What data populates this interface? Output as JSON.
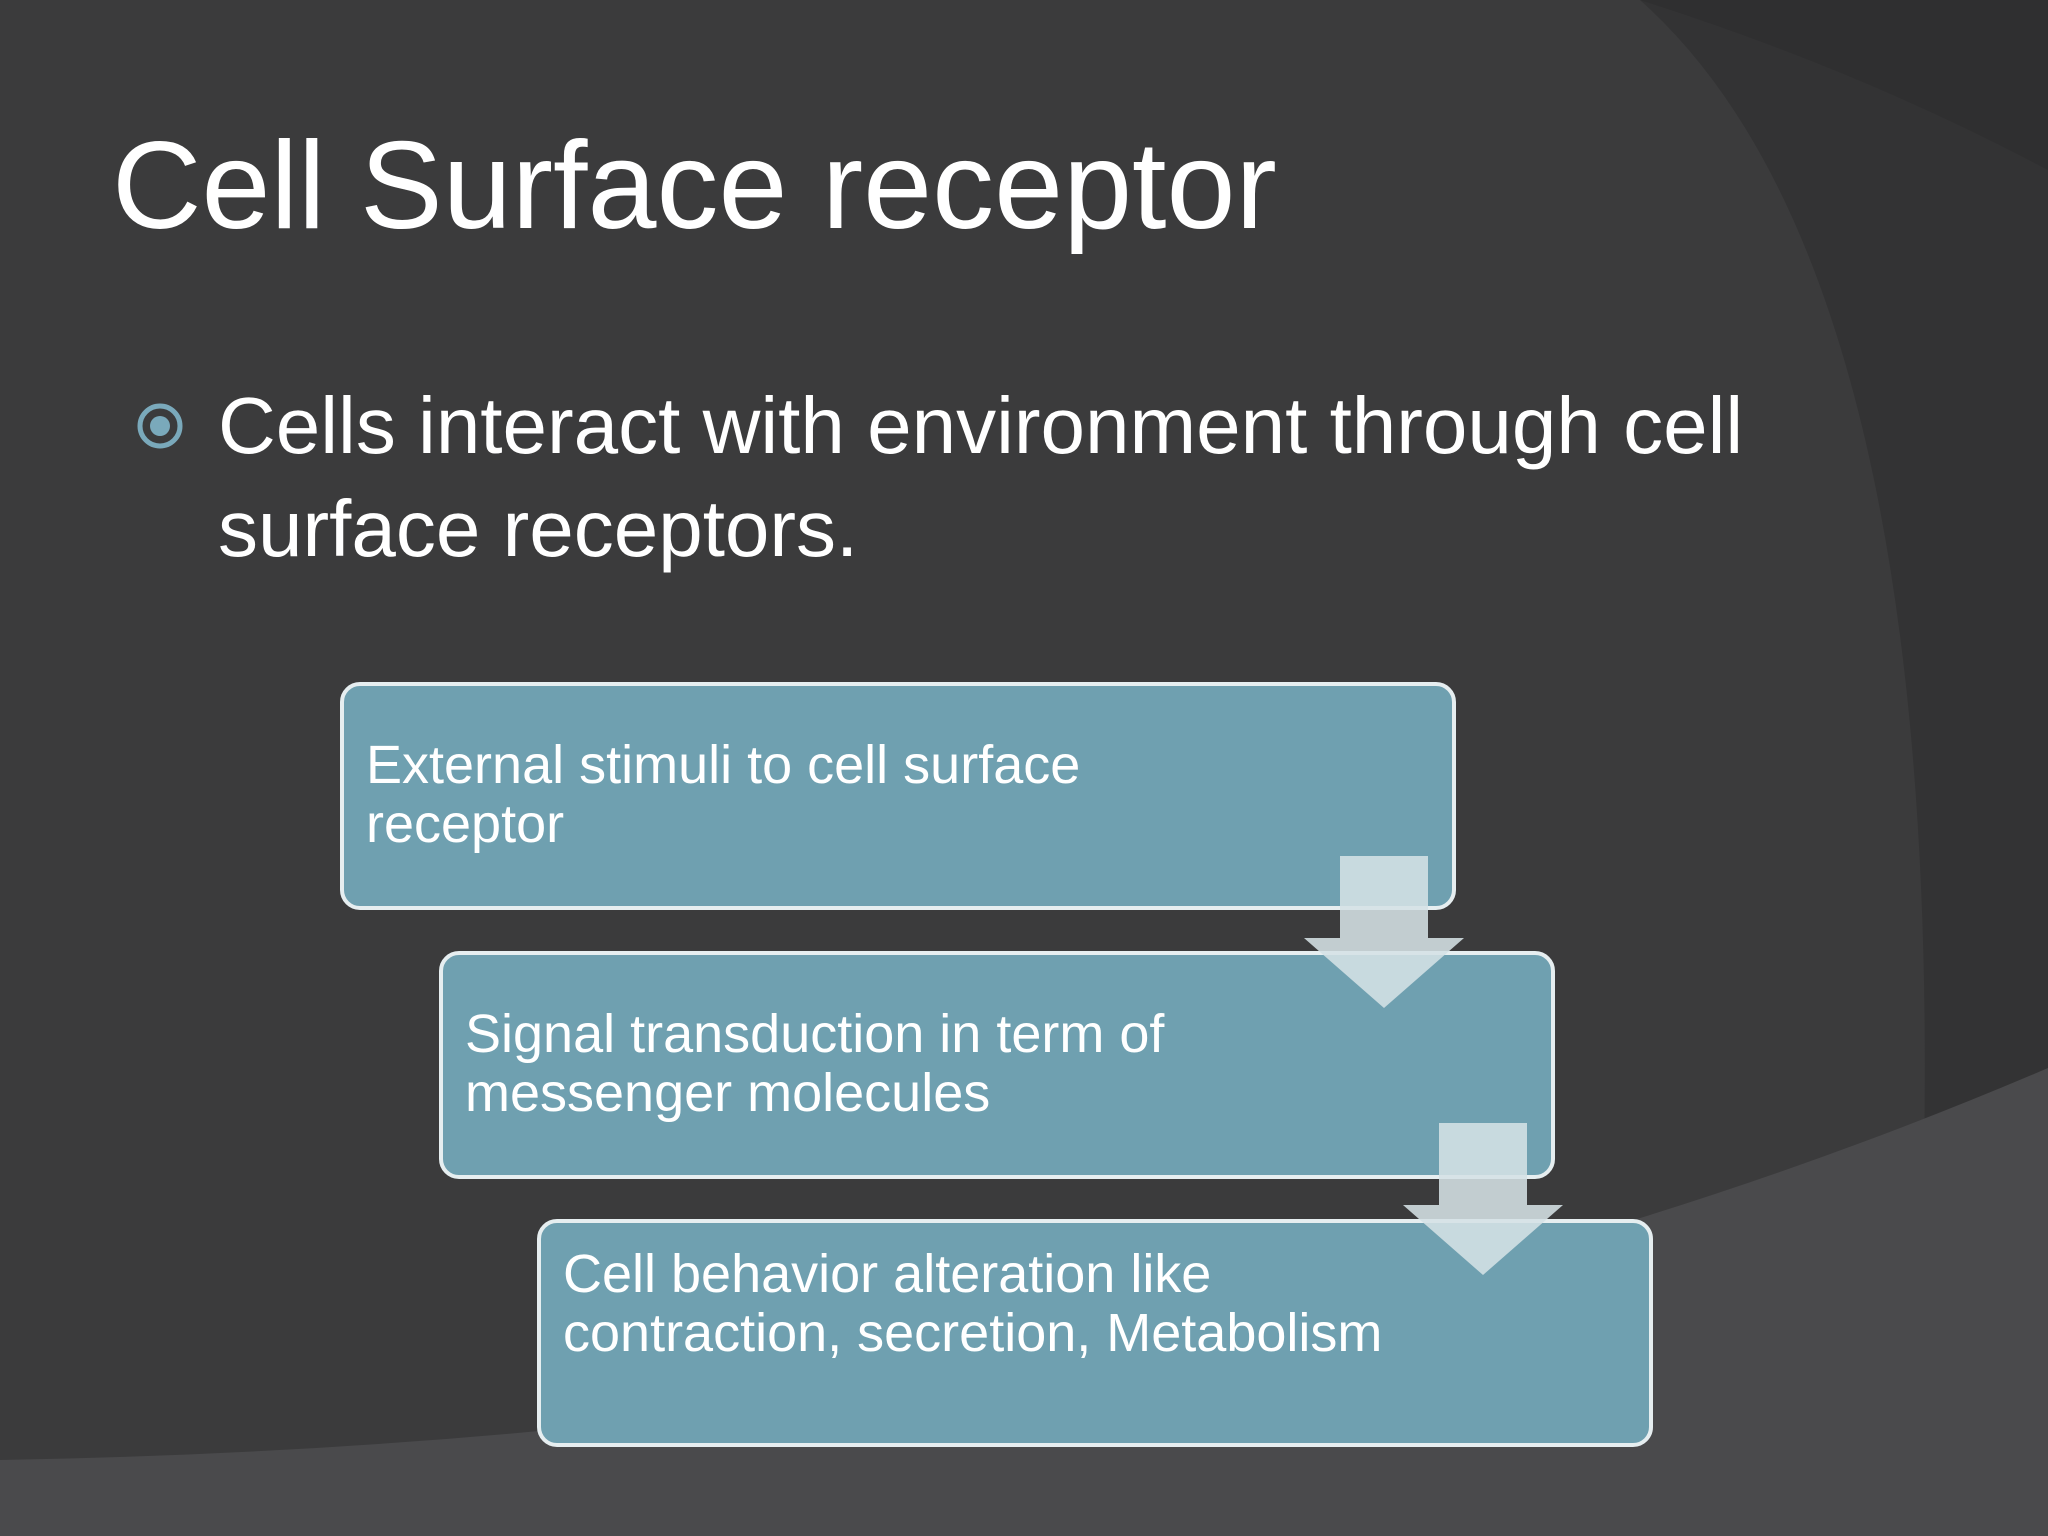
{
  "slide": {
    "title": "Cell Surface receptor",
    "bullet": {
      "icon": "circle-bullet-icon",
      "text": "Cells interact with environment through cell surface receptors."
    },
    "process": {
      "steps": [
        {
          "text": "External stimuli to cell surface receptor"
        },
        {
          "text": "Signal transduction in term of messenger molecules"
        },
        {
          "text": "Cell behavior alteration like contraction, secretion, Metabolism"
        }
      ],
      "connector_icon": "down-arrow-icon"
    }
  },
  "colors": {
    "background": "#3b3b3c",
    "background_shape": "#333334",
    "background_lower": "#4a4a4c",
    "box_fill": "#6fa0b0",
    "box_border": "#e6eef0",
    "arrow_fill": "#d5e1e5",
    "bullet_accent": "#7aa9bb",
    "text": "#ffffff"
  }
}
